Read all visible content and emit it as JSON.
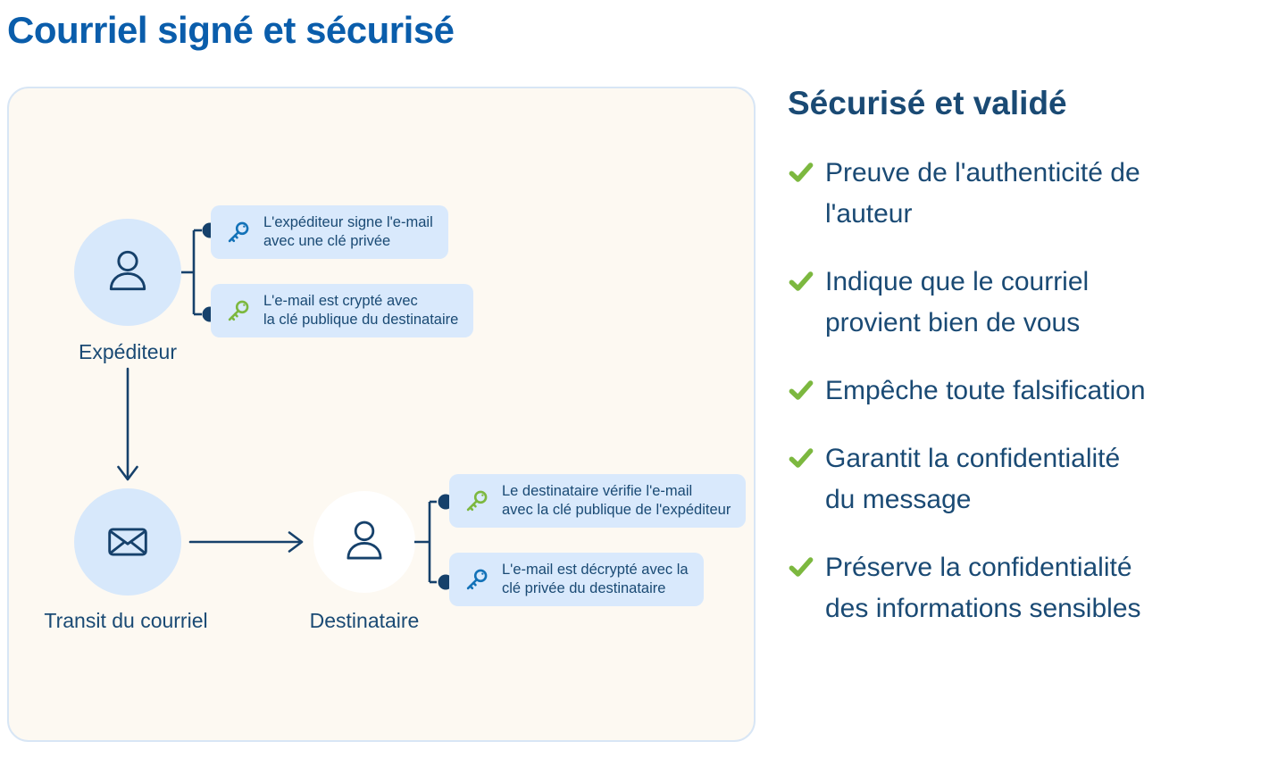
{
  "title": "Courriel signé et sécurisé",
  "diagram": {
    "sender": {
      "label": "Expéditeur",
      "icon": "user-icon"
    },
    "transit": {
      "label": "Transit du courriel",
      "icon": "envelope-icon"
    },
    "recipient": {
      "label": "Destinataire",
      "icon": "user-icon"
    },
    "callouts": [
      {
        "icon": "key-icon",
        "color": "blue",
        "line1": "L'expéditeur signe l'e-mail",
        "line2": "avec une clé privée"
      },
      {
        "icon": "key-icon",
        "color": "green",
        "line1": "L'e-mail est crypté avec",
        "line2": "la clé publique du destinataire"
      },
      {
        "icon": "key-icon",
        "color": "green",
        "line1": "Le destinataire vérifie l'e-mail",
        "line2": "avec la clé publique de l'expéditeur"
      },
      {
        "icon": "key-icon",
        "color": "blue",
        "line1": "L'e-mail est décrypté avec la",
        "line2": "clé privée du destinataire"
      }
    ]
  },
  "benefits": {
    "heading": "Sécurisé et validé",
    "items": [
      {
        "line1": "Preuve de l'authenticité de",
        "line2": "l'auteur"
      },
      {
        "line1": "Indique que le courriel",
        "line2": "provient bien de vous"
      },
      {
        "line1": "Empêche toute falsification",
        "line2": ""
      },
      {
        "line1": "Garantit la confidentialité",
        "line2": "du message"
      },
      {
        "line1": "Préserve la confidentialité",
        "line2": "des informations sensibles"
      }
    ]
  },
  "colors": {
    "title_blue": "#0a5dab",
    "navy_text": "#1a4a74",
    "line_navy": "#16416b",
    "green": "#7cb83f",
    "key_blue": "#1372b8",
    "callout_bg": "#d9e9fc",
    "circle_bg": "#d7e8fb",
    "panel_bg": "#fdf9f2",
    "panel_border": "#d8e6f5"
  }
}
